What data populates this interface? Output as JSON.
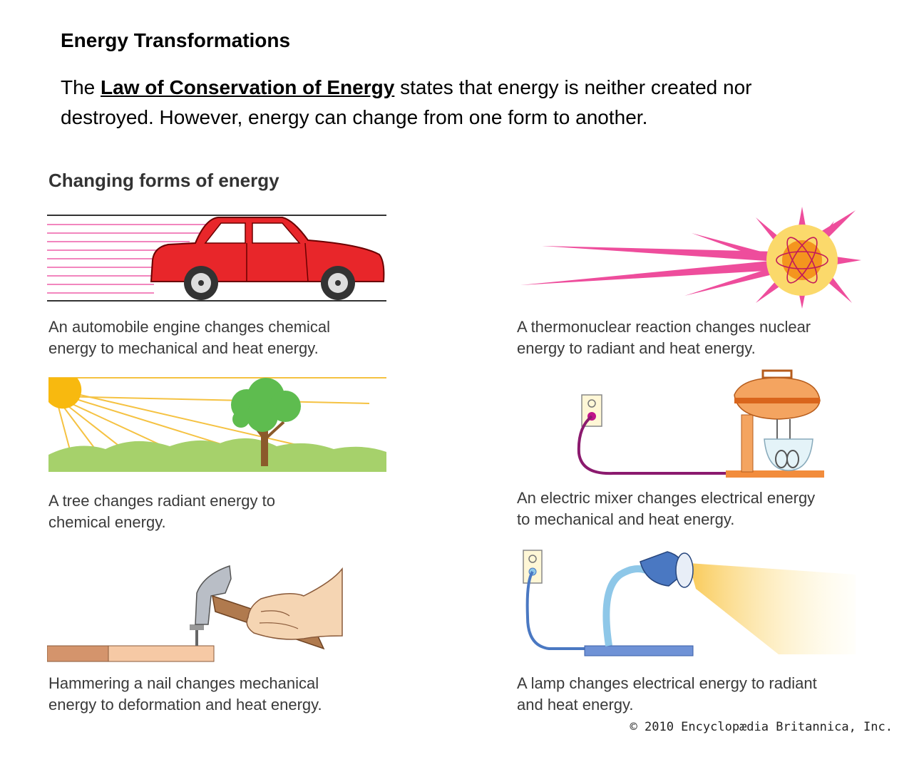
{
  "document": {
    "title": "Energy Transformations",
    "intro_prefix": "The ",
    "intro_link": "Law of Conservation of Energy",
    "intro_line1_rest": " states that energy is neither created nor",
    "intro_line2": "destroyed. However, energy can change from one form to another."
  },
  "figure": {
    "title": "Changing forms of energy",
    "panels": {
      "car": {
        "icon": "car-icon",
        "caption_line1": "An automobile engine changes chemical",
        "caption_line2": "energy to mechanical and heat energy."
      },
      "sun": {
        "icon": "sun-nuclear-icon",
        "caption_line1": "A thermonuclear reaction changes nuclear",
        "caption_line2": "energy to radiant and heat energy."
      },
      "tree": {
        "icon": "tree-icon",
        "caption_line1": "A tree changes radiant energy to",
        "caption_line2": "chemical energy."
      },
      "mixer": {
        "icon": "mixer-icon",
        "caption_line1": "An electric mixer changes electrical energy",
        "caption_line2": "to mechanical and heat energy."
      },
      "hammer": {
        "icon": "hammer-icon",
        "caption_line1": "Hammering a nail changes mechanical",
        "caption_line2": "energy to deformation and heat energy."
      },
      "lamp": {
        "icon": "lamp-icon",
        "caption_line1": "A lamp changes electrical energy to radiant",
        "caption_line2": "and heat energy."
      }
    },
    "credit": "© 2010 Encyclopædia Britannica, Inc."
  },
  "colors": {
    "car_red": "#e8262a",
    "ray_pink": "#ee4d9c",
    "sun_yellow": "#f9c74f",
    "ground_green": "#a6d16b",
    "tree_green": "#5ebc4f",
    "mixer_orange": "#f4a460",
    "lamp_blue": "#4a78c2"
  }
}
